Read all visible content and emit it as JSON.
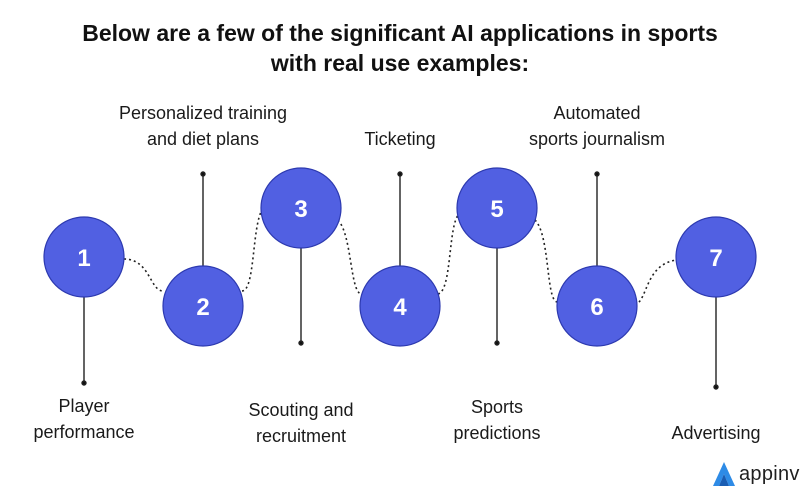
{
  "title": {
    "line1": "Below are a few of the significant AI applications in sports",
    "line2": "with real use examples:"
  },
  "steps": [
    {
      "number": "1",
      "label_lines": [
        "Player",
        "performance"
      ]
    },
    {
      "number": "2",
      "label_lines": [
        "Personalized training",
        "and diet plans"
      ]
    },
    {
      "number": "3",
      "label_lines": [
        "Scouting and",
        "recruitment"
      ]
    },
    {
      "number": "4",
      "label_lines": [
        "Ticketing"
      ]
    },
    {
      "number": "5",
      "label_lines": [
        "Sports",
        "predictions"
      ]
    },
    {
      "number": "6",
      "label_lines": [
        "Automated",
        "sports journalism"
      ]
    },
    {
      "number": "7",
      "label_lines": [
        "Advertising"
      ]
    }
  ],
  "brand": {
    "name": "appinve"
  },
  "colors": {
    "circle_fill": "#5160E2",
    "circle_stroke": "#2D3AB0",
    "connector": "#222222",
    "logo_accent": "#2E8BE6"
  }
}
